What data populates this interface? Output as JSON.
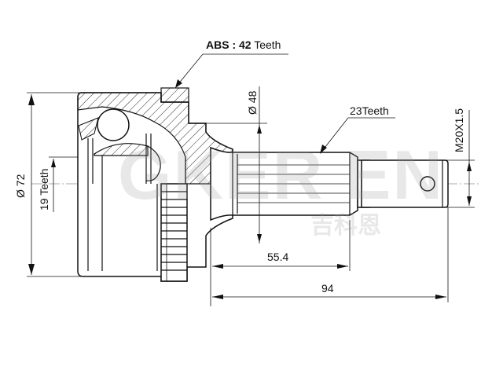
{
  "drawing": {
    "title": "CV Joint Outer (drive shaft joint) dimensional drawing",
    "labels": {
      "abs_prefix": "ABS : ",
      "abs_number": "42",
      "abs_suffix": " Teeth",
      "outer_diameter": "Ø 72",
      "inner_spline": "19 Teeth",
      "seal_diameter": "Ø 48",
      "outer_spline": "23Teeth",
      "thread": "M20X1.5",
      "spline_length": "55.4",
      "overall_length": "94"
    },
    "dimensions": {
      "outer_diameter_mm": 72,
      "seal_diameter_mm": 48,
      "spline_length_mm": 55.4,
      "overall_length_mm": 94,
      "abs_teeth": 42,
      "inner_spline_teeth": 19,
      "outer_spline_teeth": 23,
      "thread": "M20X1.5"
    },
    "watermark": {
      "latin": "GKER EN",
      "cjk": "吉科恩"
    },
    "colors": {
      "line": "#111111",
      "background": "#ffffff",
      "watermark": "#c8c8c8"
    }
  }
}
